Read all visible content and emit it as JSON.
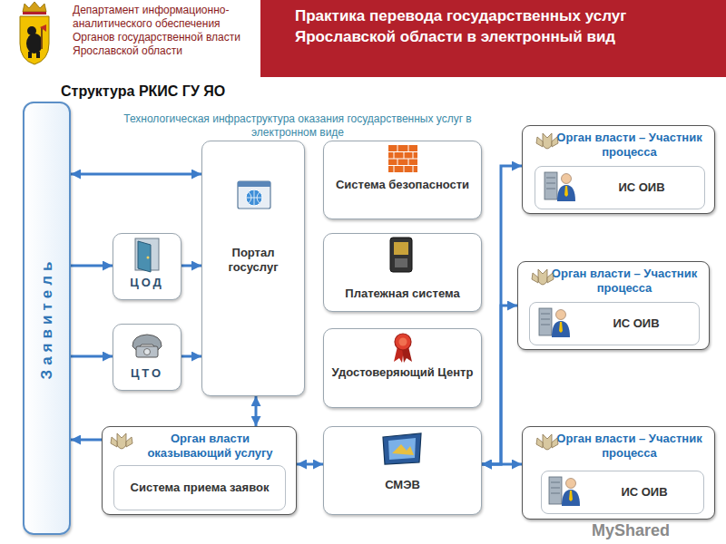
{
  "diagram": {
    "title": "Практика перевода государственных услуг Ярославской области в электронный вид",
    "nodes": [
      {
        "text": [
          "Заявитель"
        ]
      },
      {
        "text": [
          "Технологическая инфраструктура оказания государственных услуг в электронном виде"
        ]
      },
      {
        "text": [
          "Портал госуслуг"
        ],
        "in": 1
      },
      {
        "text": [
          "Система безопасности"
        ],
        "in": 1
      },
      {
        "text": [
          "ЦОД"
        ],
        "in": 1
      },
      {
        "text": [
          "Платежная система"
        ],
        "in": 1
      },
      {
        "text": [
          "ЦТО"
        ],
        "in": 1
      },
      {
        "text": [
          "Удостоверяющий Центр"
        ],
        "in": 1
      },
      {
        "text": [
          "Орган власти оказывающий услугу"
        ]
      },
      {
        "text": [
          "Система приема заявок"
        ],
        "in": 8
      },
      {
        "text": [
          "СМЭВ"
        ],
        "in": 1
      },
      {
        "text": [
          "Орган власти – Участник процесса"
        ]
      },
      {
        "text": [
          "ИС ОИВ"
        ],
        "in": 11
      },
      {
        "text": [
          "Орган власти – Участник процесса"
        ]
      },
      {
        "text": [
          "ИС ОИВ"
        ],
        "in": 13
      },
      {
        "text": [
          "Орган власти – Участник процесса"
        ]
      },
      {
        "text": [
          "ИС ОИВ"
        ],
        "in": 15
      }
    ],
    "edges": [
      {
        "from": 0,
        "to": 2,
        "arrow": "both"
      },
      {
        "from": 0,
        "to": 4,
        "arrow": "to"
      },
      {
        "from": 0,
        "to": 6,
        "arrow": "to"
      },
      {
        "from": 4,
        "to": 2,
        "arrow": "to"
      },
      {
        "from": 6,
        "to": 2,
        "arrow": "to"
      },
      {
        "from": 2,
        "to": 8,
        "arrow": "both"
      },
      {
        "from": 8,
        "to": 0,
        "arrow": "to"
      },
      {
        "from": 8,
        "to": 10,
        "arrow": "both"
      },
      {
        "from": 10,
        "to": 11,
        "arrow": "both"
      },
      {
        "from": 10,
        "to": 13,
        "arrow": "both"
      },
      {
        "from": 10,
        "to": 15,
        "arrow": "both"
      }
    ],
    "labels": [
      "Департамент информационно-аналитического обеспечения Органов государственной власти Ярославской области",
      "Структура РКИС ГУ ЯО",
      "MyShared"
    ]
  }
}
